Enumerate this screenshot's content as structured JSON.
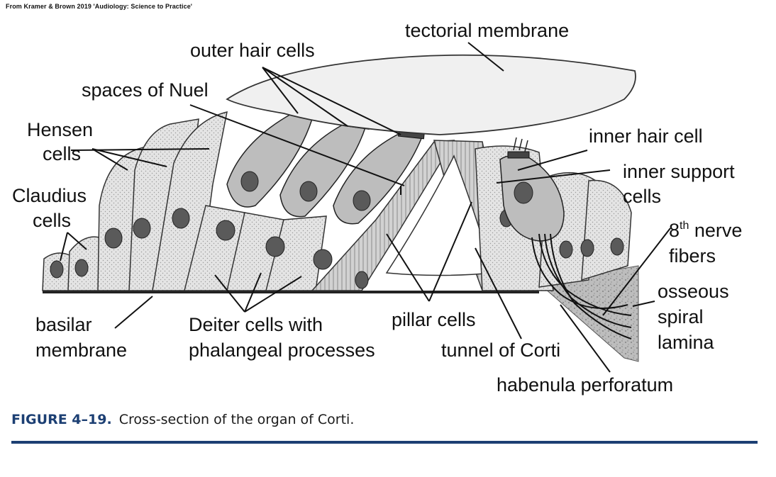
{
  "credit": "From Kramer & Brown 2019 'Audiology: Science to Practice'",
  "labels": {
    "tectorial_membrane": "tectorial membrane",
    "outer_hair_cells": "outer hair cells",
    "spaces_of_nuel": "spaces of Nuel",
    "hensen_cells_1": "Hensen",
    "hensen_cells_2": "cells",
    "claudius_cells_1": "Claudius",
    "claudius_cells_2": "cells",
    "inner_hair_cell": "inner hair cell",
    "inner_support_cells_1": "inner support",
    "inner_support_cells_2": "cells",
    "nerve_fibers_num": "8",
    "nerve_fibers_sup": "th",
    "nerve_fibers_1": " nerve",
    "nerve_fibers_2": "fibers",
    "osseous_1": "osseous",
    "osseous_2": "spiral",
    "osseous_3": "lamina",
    "basilar_1": "basilar",
    "basilar_2": "membrane",
    "deiter_1": "Deiter cells with",
    "deiter_2": "phalangeal processes",
    "pillar_cells": "pillar cells",
    "tunnel_of_corti": "tunnel of Corti",
    "habenula_perforatum": "habenula perforatum"
  },
  "caption": {
    "figure_number": "FIGURE 4–19.",
    "text": "Cross-section of the organ of Corti."
  },
  "colors": {
    "accent": "#1c3f73",
    "cell_fill": "#e2e2e2",
    "hair_cell_fill": "#bdbdbd",
    "nucleus_fill": "#5a5a5a",
    "bone_fill": "#b8b8b8"
  }
}
